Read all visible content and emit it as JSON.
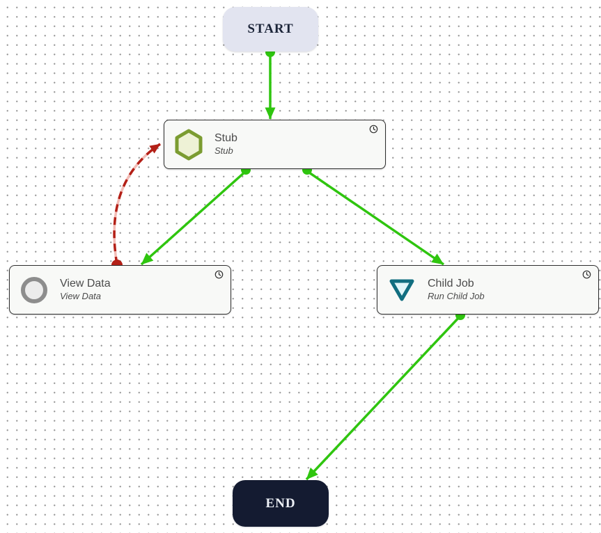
{
  "canvas": {
    "background_color": "#ffffff",
    "dot_grid_color": "#9a9a9a"
  },
  "colors": {
    "edge_green": "#2fc50f",
    "edge_red": "#b32017",
    "edge_red_underlay": "#f3bcb6",
    "start_node_bg": "#e2e4f0",
    "start_node_text": "#1c2539",
    "end_node_bg": "#141b31",
    "end_node_text": "#edf0f6",
    "step_node_bg": "#f8f9f7",
    "step_node_border": "#2e2e2e",
    "stub_icon_stroke": "#7b9c31",
    "stub_icon_fill": "#eef2d6",
    "viewdata_icon_stroke": "#8d8d8d",
    "viewdata_icon_fill": "#ececec",
    "childjob_icon_stroke": "#116e80",
    "childjob_icon_fill": "#e1f6f9"
  },
  "nodes": {
    "start": {
      "label": "START"
    },
    "stub": {
      "title": "Stub",
      "subtitle": "Stub",
      "icon": "hexagon-icon",
      "badge": "clock-icon"
    },
    "view_data": {
      "title": "View Data",
      "subtitle": "View Data",
      "icon": "circle-icon",
      "badge": "clock-icon"
    },
    "child_job": {
      "title": "Child Job",
      "subtitle": "Run Child Job",
      "icon": "triangle-down-icon",
      "badge": "clock-icon"
    },
    "end": {
      "label": "END"
    }
  },
  "edges": [
    {
      "from": "start",
      "to": "stub",
      "style": "solid",
      "color": "green"
    },
    {
      "from": "stub",
      "to": "view_data",
      "style": "solid",
      "color": "green"
    },
    {
      "from": "stub",
      "to": "child_job",
      "style": "solid",
      "color": "green"
    },
    {
      "from": "child_job",
      "to": "end",
      "style": "solid",
      "color": "green"
    },
    {
      "from": "view_data",
      "to": "stub",
      "style": "dashed-curve",
      "color": "red"
    }
  ]
}
